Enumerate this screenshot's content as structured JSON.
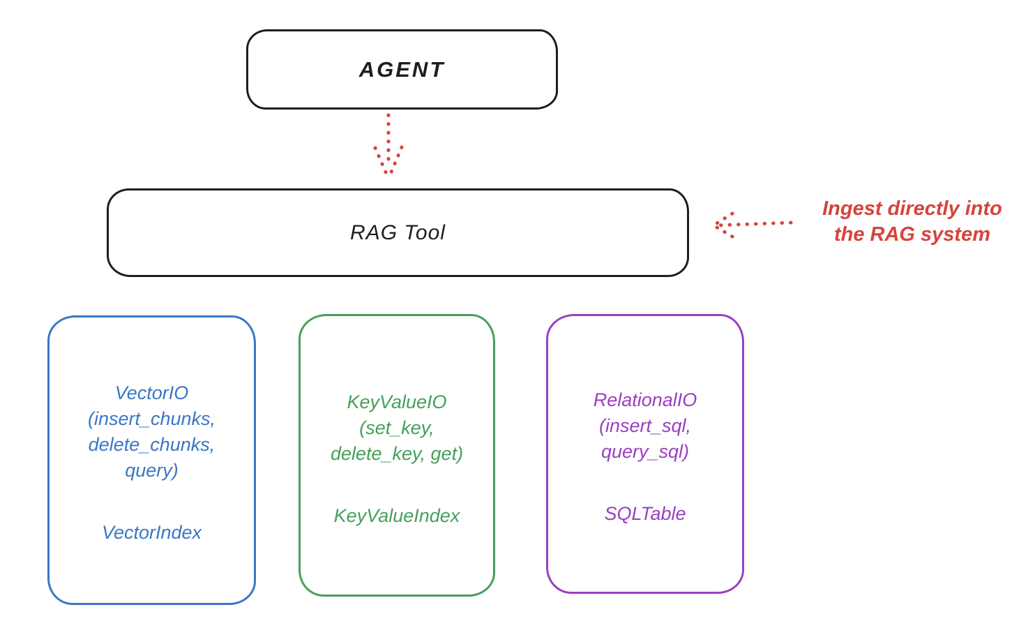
{
  "colors": {
    "stroke": "#1e1e1e",
    "accent_red": "#d5443c",
    "vector_blue": "#3a77c2",
    "keyvalue_green": "#44a05a",
    "relational_purple": "#9a3fc0",
    "background": "#ffffff"
  },
  "agent": {
    "label": "AGENT"
  },
  "rag_tool": {
    "label": "RAG Tool"
  },
  "annotation": {
    "line1": "Ingest directly into",
    "line2": "the RAG system"
  },
  "arrows": [
    {
      "name": "agent-to-rag-tool",
      "style": "dotted",
      "direction": "down",
      "color": "#d5443c"
    },
    {
      "name": "annotation-to-rag-tool",
      "style": "dotted",
      "direction": "left",
      "color": "#d5443c"
    }
  ],
  "backends": [
    {
      "io_text": "VectorIO\n(insert_chunks,\ndelete_chunks,\nquery)",
      "index_label": "VectorIndex",
      "color": "#3a77c2"
    },
    {
      "io_text": "KeyValueIO\n(set_key,\ndelete_key, get)",
      "index_label": "KeyValueIndex",
      "color": "#44a05a"
    },
    {
      "io_text": "RelationalIO\n(insert_sql,\nquery_sql)",
      "index_label": "SQLTable",
      "color": "#9a3fc0"
    }
  ]
}
